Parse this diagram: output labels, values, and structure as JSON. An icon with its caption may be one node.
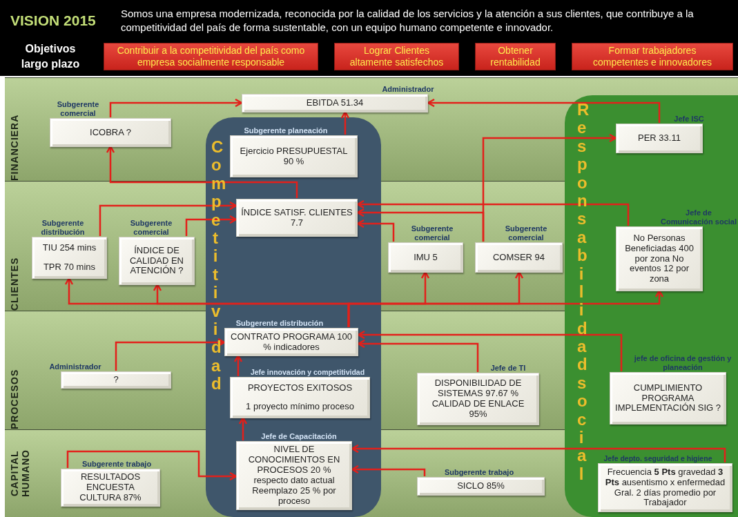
{
  "diagram": {
    "title": "VISION 2015",
    "nodes": [
      {
        "text": [
          "Contribuir a la competitividad del país como empresa socialmente responsable"
        ]
      },
      {
        "text": [
          "Lograr Clientes altamente satisfechos"
        ]
      },
      {
        "text": [
          "Obtener rentabilidad"
        ]
      },
      {
        "text": [
          "Formar trabajadores competentes e innovadores"
        ]
      },
      {
        "text": [
          "FINANCIERA"
        ]
      },
      {
        "text": [
          "CLIENTES"
        ]
      },
      {
        "text": [
          "PROCESOS"
        ]
      },
      {
        "text": [
          "CAPITAL HUMANO"
        ]
      },
      {
        "text": [
          "ICOBRA ?"
        ],
        "beside": [
          "Subgerente comercial"
        ],
        "in": 4
      },
      {
        "text": [
          "EBITDA 51.34"
        ],
        "beside": [
          "Administrador"
        ],
        "in": 4
      },
      {
        "text": [
          "Ejercicio PRESUPUESTAL 90 %"
        ],
        "beside": [
          "Subgerente planeación"
        ],
        "in": 4
      },
      {
        "text": [
          "PER 33.11"
        ],
        "beside": [
          "Jefe ISC"
        ],
        "in": 4
      },
      {
        "text": [
          "TIU 254 mins",
          "TPR 70 mins"
        ],
        "beside": [
          "Subgerente distribución"
        ],
        "in": 5
      },
      {
        "text": [
          "ÍNDICE DE CALIDAD EN ATENCIÓN ?"
        ],
        "beside": [
          "Subgerente comercial"
        ],
        "in": 5
      },
      {
        "text": [
          "ÍNDICE SATISF. CLIENTES 7.7"
        ],
        "in": 5
      },
      {
        "text": [
          "IMU 5"
        ],
        "beside": [
          "Subgerente comercial"
        ],
        "in": 5
      },
      {
        "text": [
          "COMSER 94"
        ],
        "beside": [
          "Subgerente comercial"
        ],
        "in": 5
      },
      {
        "text": [
          "No Personas Beneficiadas 400 por zona No eventos 12 por zona"
        ],
        "beside": [
          "Jefe de Comunicación social"
        ],
        "in": 5
      },
      {
        "text": [
          "CONTRATO PROGRAMA 100 % indicadores"
        ],
        "beside": [
          "Subgerente distribución"
        ],
        "in": 6
      },
      {
        "text": [
          "?"
        ],
        "beside": [
          "Administrador"
        ],
        "in": 6
      },
      {
        "text": [
          "PROYECTOS EXITOSOS",
          "1 proyecto mínimo proceso"
        ],
        "beside": [
          "Jefe innovación y competitividad"
        ],
        "in": 6
      },
      {
        "text": [
          "DISPONIBILIDAD DE SISTEMAS 97.67 % CALIDAD DE ENLACE 95%"
        ],
        "beside": [
          "Jefe de TI"
        ],
        "in": 6
      },
      {
        "text": [
          "CUMPLIMIENTO PROGRAMA IMPLEMENTACIÓN SIG ?"
        ],
        "beside": [
          "jefe de oficina de gestión y planeación"
        ],
        "in": 6
      },
      {
        "text": [
          "RESULTADOS ENCUESTA CULTURA 87%"
        ],
        "beside": [
          "Subgerente trabajo"
        ],
        "in": 7
      },
      {
        "text": [
          "NIVEL DE CONOCIMIENTOS EN PROCESOS 20 % respecto dato actual Reemplazo 25 % por proceso"
        ],
        "beside": [
          "Jefe de Capacitación"
        ],
        "in": 7
      },
      {
        "text": [
          "SICLO 85%"
        ],
        "beside": [
          "Subgerente trabajo"
        ],
        "in": 7
      },
      {
        "text": [
          "Frecuencia **5 Pts** gravedad **3 Pts** ausentismo x enfermedad Gral. 2 días promedio por Trabajador"
        ],
        "beside": [
          "Jefe depto. seguridad e higiene"
        ],
        "in": 7
      }
    ],
    "edges": [
      {
        "from": 8,
        "to": 9,
        "arrow": "to"
      },
      {
        "from": 10,
        "to": 9,
        "arrow": "to"
      },
      {
        "from": 11,
        "to": 9,
        "arrow": "to"
      },
      {
        "from": 14,
        "to": 8,
        "arrow": "to"
      },
      {
        "from": 12,
        "to": 14,
        "arrow": "to"
      },
      {
        "from": 13,
        "to": 14,
        "arrow": "to"
      },
      {
        "from": 15,
        "to": 14,
        "arrow": "to"
      },
      {
        "from": 16,
        "to": 14,
        "arrow": "to"
      },
      {
        "from": 16,
        "to": 11,
        "arrow": "to"
      },
      {
        "from": 17,
        "to": 14,
        "arrow": "to"
      },
      {
        "from": 18,
        "to": 12,
        "arrow": "to"
      },
      {
        "from": 18,
        "to": 13,
        "arrow": "to"
      },
      {
        "from": 18,
        "to": 15,
        "arrow": "to"
      },
      {
        "from": 18,
        "to": 16,
        "arrow": "to"
      },
      {
        "from": 18,
        "to": 17,
        "arrow": "to"
      },
      {
        "from": 19,
        "to": 18,
        "arrow": "to"
      },
      {
        "from": 20,
        "to": 18,
        "arrow": "to"
      },
      {
        "from": 21,
        "to": 18,
        "arrow": "to"
      },
      {
        "from": 22,
        "to": 18,
        "arrow": "to"
      },
      {
        "from": 24,
        "to": 20,
        "arrow": "to"
      },
      {
        "from": 23,
        "to": 24,
        "arrow": "to"
      },
      {
        "from": 25,
        "to": 24,
        "arrow": "to"
      },
      {
        "from": 26,
        "to": 24,
        "arrow": "to"
      }
    ],
    "labels": [
      "Somos una empresa modernizada, reconocida por la calidad de los servicios y la atención a sus clientes, que contribuye a la competitividad del país de forma sustentable, con un equipo humano competente e innovador.",
      "Objetivos largo plazo",
      "Competitividad",
      "Responsabilidad social"
    ]
  }
}
